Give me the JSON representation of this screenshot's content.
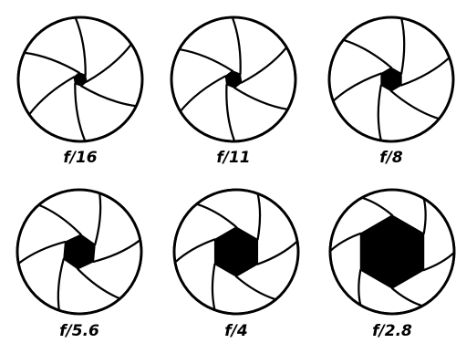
{
  "colors": {
    "background": "#ffffff",
    "stroke": "#000000",
    "blade_fill": "#ffffff",
    "opening_fill": "#000000"
  },
  "apertures": [
    {
      "label": "f/16",
      "opening_ratio": 0.11,
      "rotation_deg": -10
    },
    {
      "label": "f/11",
      "opening_ratio": 0.14,
      "rotation_deg": -8
    },
    {
      "label": "f/8",
      "opening_ratio": 0.19,
      "rotation_deg": 0
    },
    {
      "label": "f/5.6",
      "opening_ratio": 0.28,
      "rotation_deg": 5
    },
    {
      "label": "f/4",
      "opening_ratio": 0.4,
      "rotation_deg": 0
    },
    {
      "label": "f/2.8",
      "opening_ratio": 0.59,
      "rotation_deg": 0
    }
  ]
}
